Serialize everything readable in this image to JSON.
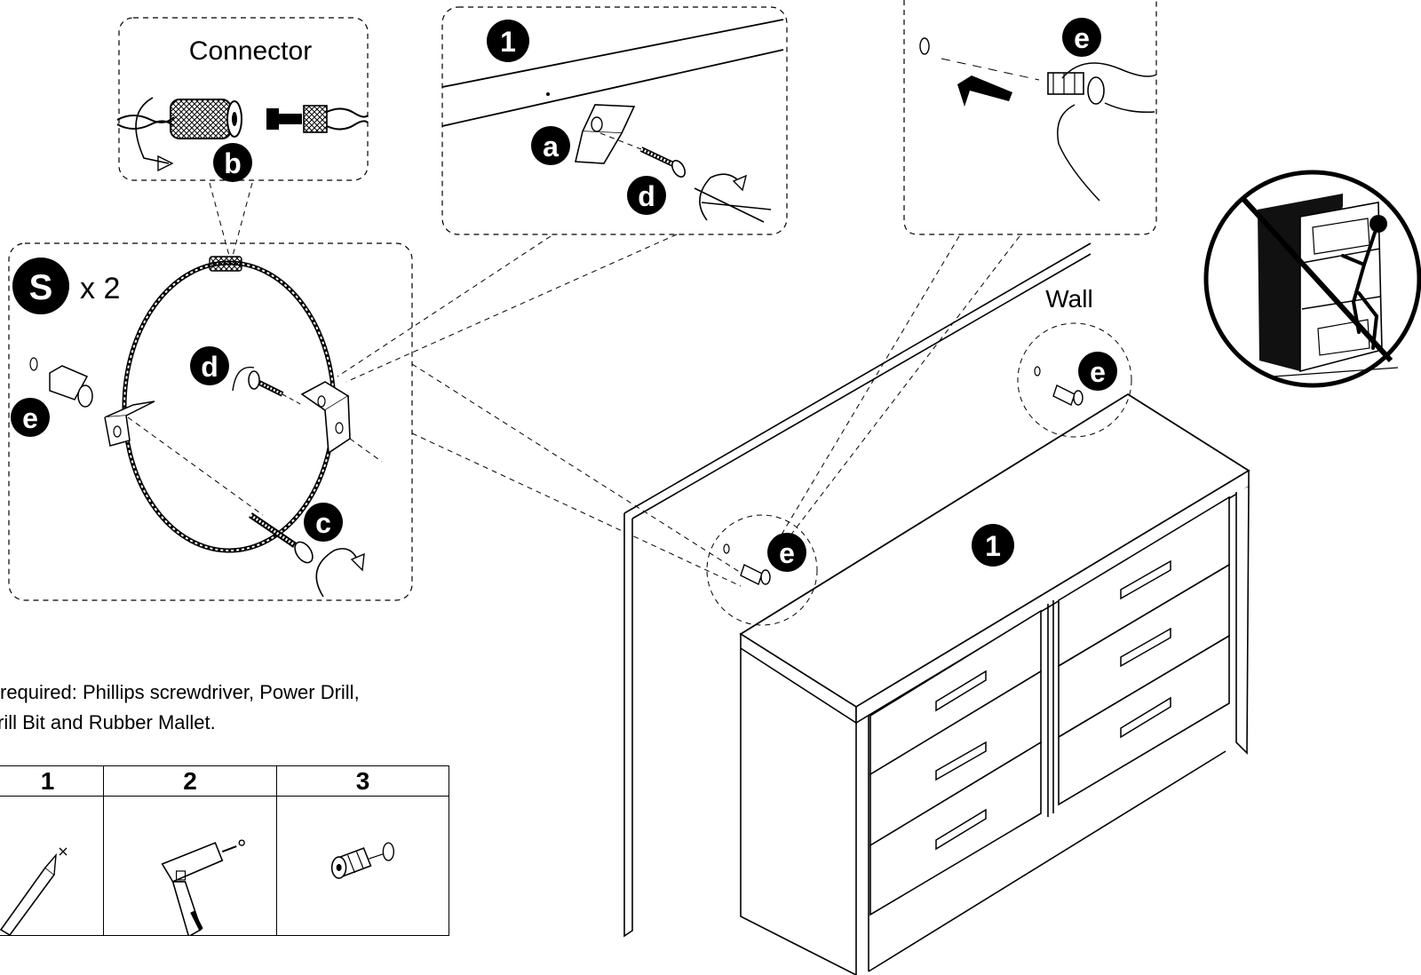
{
  "callouts": {
    "connector_title": "Connector",
    "qty_letter": "S",
    "qty_text": "x 2",
    "wall_label": "Wall"
  },
  "parts": {
    "a": "a",
    "b": "b",
    "c": "c",
    "d": "d",
    "e": "e"
  },
  "steps": {
    "step1": "1"
  },
  "tools_note": {
    "line1": "required: Phillips screwdriver, Power Drill,",
    "line2": "rill Bit and Rubber Mallet."
  },
  "tool_table": {
    "headers": [
      "1",
      "2",
      "3"
    ],
    "cells": [
      "pencil-icon",
      "power-drill-icon",
      "wall-anchor-icon"
    ]
  },
  "warning": {
    "icon": "no-climbing-prohibition-icon"
  }
}
